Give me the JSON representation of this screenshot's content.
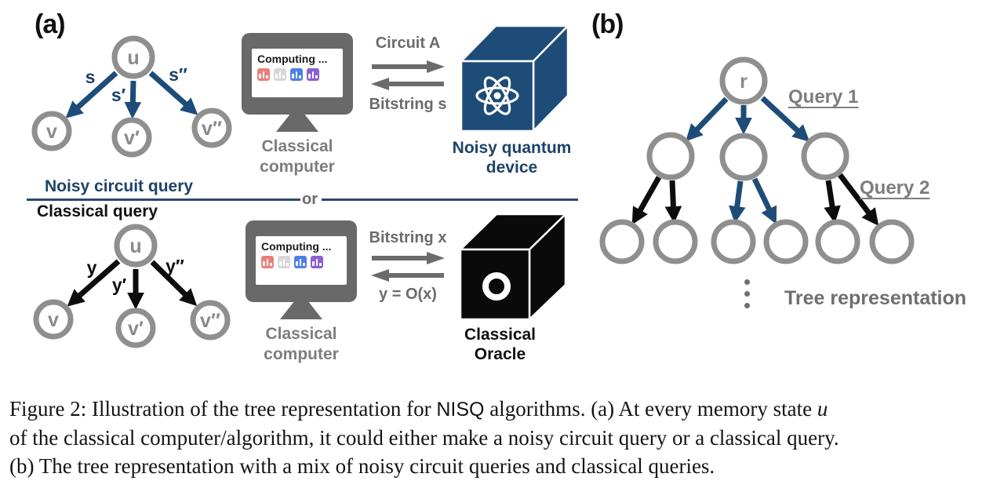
{
  "panel_a": {
    "label": "(a)",
    "noisy_tree": {
      "root": "u",
      "children": [
        "v",
        "v′",
        "v″"
      ],
      "edges": [
        "s",
        "s′",
        "s″"
      ]
    },
    "classical_tree": {
      "root": "u",
      "children": [
        "v",
        "v′",
        "v″"
      ],
      "edges": [
        "y",
        "y′",
        "y″"
      ]
    },
    "computer1": {
      "screen_title": "Computing ...",
      "label": "Classical computer"
    },
    "computer2": {
      "screen_title": "Computing ...",
      "label": "Classical computer"
    },
    "exchange1": {
      "to_device": "Circuit A",
      "from_device": "Bitstring s"
    },
    "exchange2": {
      "to_device": "Bitstring x",
      "from_device": "y = O(x)"
    },
    "quantum_device_label": "Noisy quantum device",
    "oracle_label": "Classical Oracle",
    "divider": {
      "top": "Noisy circuit query",
      "bottom": "Classical query",
      "or": "or"
    }
  },
  "panel_b": {
    "label": "(b)",
    "root": "r",
    "query1": "Query 1",
    "query2": "Query 2",
    "tree_caption": "Tree representation"
  },
  "caption": {
    "part1": "Figure 2: Illustration of the tree representation for ",
    "nisq": "NISQ",
    "part2": " algorithms. (a) At every memory state ",
    "math_u": "u",
    "line2": "of the classical computer/algorithm, it could either make a noisy circuit query or a classical query.",
    "line3": "(b) The tree representation with a mix of noisy circuit queries and classical queries."
  },
  "colors": {
    "navy": "#1e4c78",
    "black": "#0d0d0d",
    "gray": "#6b6b6b",
    "node_gray": "#8f8f8f",
    "chart_icons": [
      "#ea7e79",
      "#d8d8d8",
      "#4e80e4",
      "#8b5fd0"
    ]
  }
}
